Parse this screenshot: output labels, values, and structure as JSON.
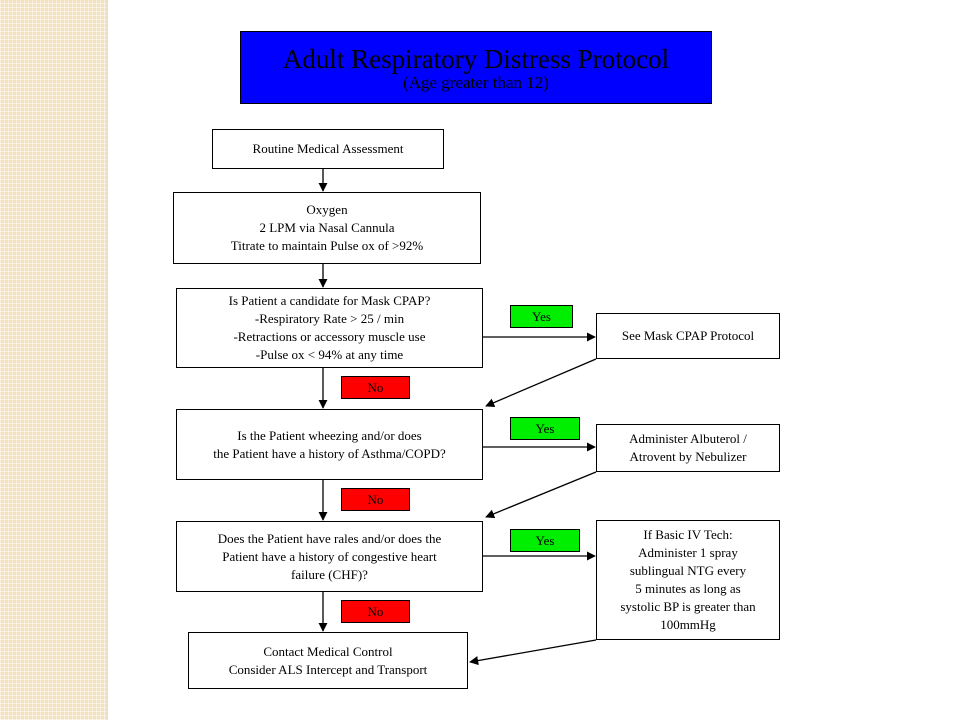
{
  "title": {
    "main": "Adult Respiratory Distress Protocol",
    "sub": "(Age greater than 12)"
  },
  "nodes": {
    "assessment": [
      "Routine Medical Assessment"
    ],
    "oxygen": [
      "Oxygen",
      "2 LPM via Nasal Cannula",
      "Titrate to maintain Pulse ox of >92%"
    ],
    "cpap_question": [
      "Is Patient a candidate for Mask CPAP?",
      "-Respiratory Rate > 25 / min",
      "-Retractions or accessory muscle use",
      "-Pulse ox < 94% at any time"
    ],
    "cpap_protocol": [
      "See Mask CPAP Protocol"
    ],
    "wheezing_question": [
      "Is the Patient wheezing and/or does",
      "the Patient have a history of Asthma/COPD?"
    ],
    "albuterol": [
      "Administer Albuterol /",
      "Atrovent by Nebulizer"
    ],
    "chf_question": [
      "Does the Patient have rales and/or does the",
      "Patient have a history of congestive heart",
      "failure (CHF)?"
    ],
    "ntg": [
      "If Basic IV Tech:",
      "Administer 1 spray",
      "sublingual NTG every",
      "5 minutes as long as",
      "systolic BP is greater than",
      "100mmHg"
    ],
    "medical_control": [
      "Contact Medical Control",
      "Consider ALS Intercept and Transport"
    ]
  },
  "labels": {
    "yes": "Yes",
    "no": "No"
  },
  "colors": {
    "title_bg": "#0000ff",
    "yes_bg": "#00ee00",
    "no_bg": "#ff0000",
    "side_stripe": "#f3e2c0"
  }
}
